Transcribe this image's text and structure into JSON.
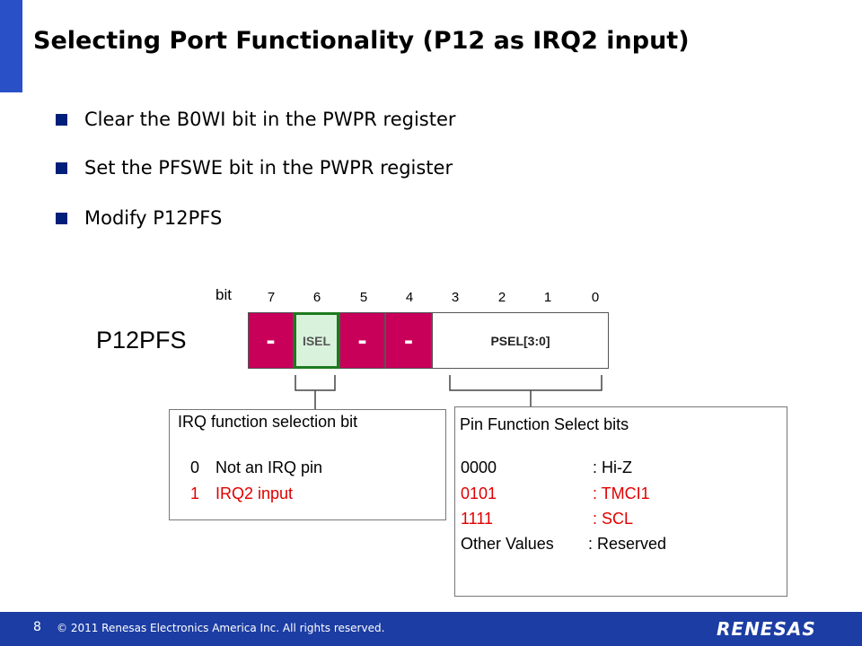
{
  "title": "Selecting Port Functionality (P12 as IRQ2 input)",
  "bullets": [
    "Clear the B0WI bit in the PWPR register",
    "Set the PFSWE bit in the PWPR register",
    "Modify P12PFS"
  ],
  "register": {
    "name": "P12PFS",
    "bit_label": "bit",
    "bit_numbers": [
      "7",
      "6",
      "5",
      "4",
      "3",
      "2",
      "1",
      "0"
    ],
    "cells": {
      "bit7": "-",
      "bit6": "ISEL",
      "bit5": "-",
      "bit4": "-",
      "bits3_0": "PSEL[3:0]"
    }
  },
  "irq_box": {
    "title": "IRQ function selection bit",
    "rows": [
      {
        "value": "0",
        "desc": "Not an IRQ pin"
      },
      {
        "value": "1",
        "desc": "IRQ2 input"
      }
    ]
  },
  "psel_box": {
    "title": "Pin Function Select bits",
    "rows": [
      {
        "value": "0000",
        "desc": ": Hi-Z"
      },
      {
        "value": "0101",
        "desc": ": TMCI1"
      },
      {
        "value": "1111",
        "desc": ": SCL"
      },
      {
        "value": "Other Values",
        "desc": ": Reserved"
      }
    ]
  },
  "footer": {
    "page": "8",
    "copyright": "© 2011 Renesas Electronics America Inc. All rights reserved.",
    "logo": "RENESAS"
  },
  "colors": {
    "accent": "#2a50c8",
    "footer": "#1c3da3",
    "bullet": "#001f7a",
    "cell_magenta": "#c8005a",
    "isel_fill": "#d9f2dc",
    "isel_border": "#1e7a1e",
    "highlight_text": "#e00000"
  }
}
